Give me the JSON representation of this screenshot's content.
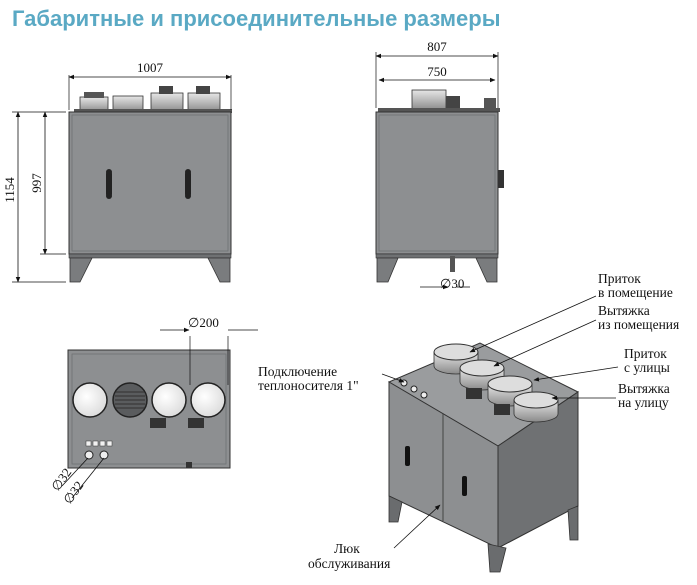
{
  "title": "Габаритные и присоединительные размеры",
  "front_view": {
    "width": "1007",
    "height_total": "1154",
    "height_body": "997"
  },
  "side_view": {
    "width_outer": "807",
    "width_inner": "750",
    "drain": "∅30"
  },
  "top_view": {
    "duct": "∅200",
    "pipe_1": "∅32",
    "pipe_2": "∅32"
  },
  "iso_view": {
    "supply_in_1": "Приток",
    "supply_in_2": "в помещение",
    "exhaust_from_1": "Вытяжка",
    "exhaust_from_2": "из помещения",
    "supply_out_1": "Приток",
    "supply_out_2": "с улицы",
    "exhaust_out_1": "Вытяжка",
    "exhaust_out_2": "на улицу",
    "heat_1": "Подключение",
    "heat_2": "теплоносителя 1\"",
    "hatch_1": "Люк",
    "hatch_2": "обслуживания"
  },
  "colors": {
    "title": "#5aa9c4",
    "body": "#8d8f91",
    "body_dark": "#6f7173",
    "outline": "#333333"
  }
}
